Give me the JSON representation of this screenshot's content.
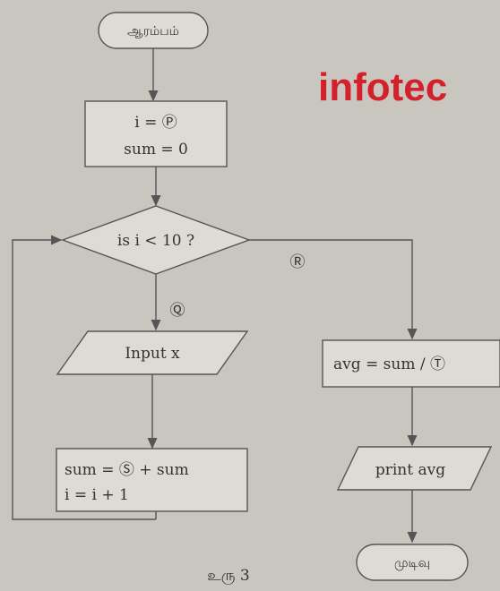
{
  "watermark": "infotec",
  "start_label": "ஆரம்பம்",
  "end_label": "முடிவு",
  "figure_caption": "உரு 3",
  "init_box": {
    "line1": "i = Ⓟ",
    "line2": "sum = 0"
  },
  "decision": {
    "text": "is i < 10 ?"
  },
  "labels": {
    "R": "Ⓡ",
    "Q": "Ⓠ"
  },
  "input_box": {
    "text": "Input x"
  },
  "update_box": {
    "line1": "sum = Ⓢ + sum",
    "line2": "i = i + 1"
  },
  "avg_box": {
    "text": "avg = sum / Ⓣ"
  },
  "print_box": {
    "text": "print avg"
  }
}
